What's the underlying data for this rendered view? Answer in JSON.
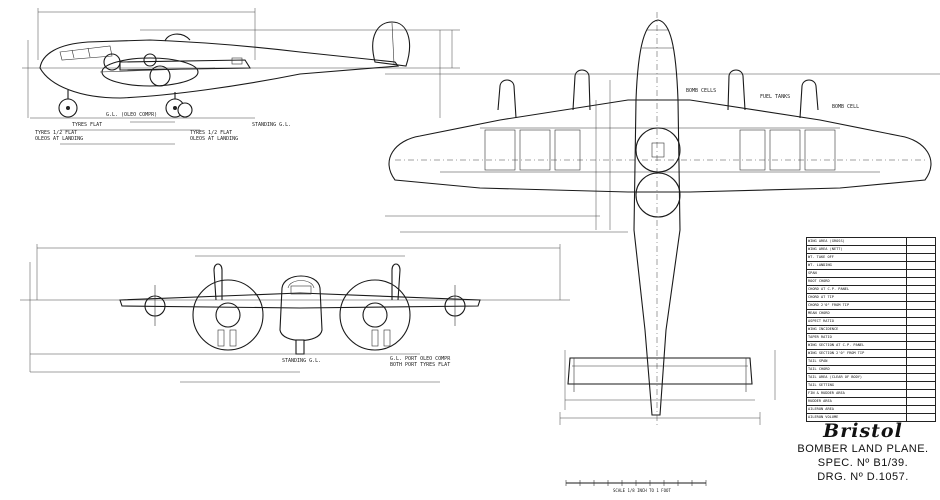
{
  "title_block": {
    "logo": "Bristol",
    "line1": "BOMBER LAND PLANE.",
    "line2": "SPEC. Nº B1/39.",
    "line3": "DRG. Nº D.1057."
  },
  "scale_label": "SCALE 1/8 INCH TO 1 FOOT",
  "spec_table": [
    "WING AREA (GROSS)",
    "WING AREA (NETT)",
    "WT. TAKE OFF",
    "WT. LANDING",
    "SPAN",
    "ROOT CHORD",
    "CHORD AT C.P. PANEL",
    "CHORD AT TIP",
    "CHORD 2'0\" FROM TIP",
    "MEAN CHORD",
    "ASPECT RATIO",
    "WING INCIDENCE",
    "TAPER RATIO",
    "WING SECTION AT C.P. PANEL",
    "WING SECTION 2'0\" FROM TIP",
    "TAIL SPAN",
    "TAIL CHORD",
    "TAIL AREA (CLEAR OF BODY)",
    "TAIL SETTING",
    "FIN & RUDDER AREA",
    "RUDDER AREA",
    "AILERON AREA",
    "AILERON VOLUME"
  ]
}
